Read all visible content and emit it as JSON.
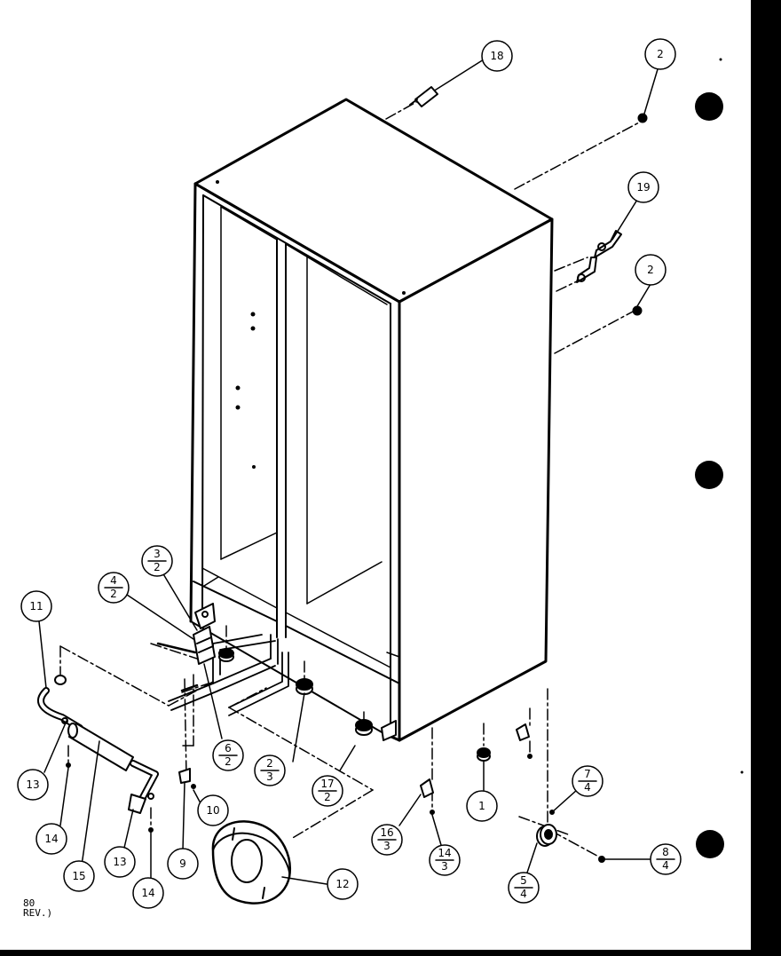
{
  "diagram": {
    "callouts": {
      "c18": "18",
      "c2a": "2",
      "c19": "19",
      "c2b": "2",
      "c3_2": {
        "top": "3",
        "bottom": "2"
      },
      "c4_2": {
        "top": "4",
        "bottom": "2"
      },
      "c11": "11",
      "c6_2": {
        "top": "6",
        "bottom": "2"
      },
      "c2_3": {
        "top": "2",
        "bottom": "3"
      },
      "c17_2": {
        "top": "17",
        "bottom": "2"
      },
      "c1": "1",
      "c7_4": {
        "top": "7",
        "bottom": "4"
      },
      "c13a": "13",
      "c14a": "14",
      "c15": "15",
      "c13b": "13",
      "c14b": "14",
      "c9": "9",
      "c10": "10",
      "c12": "12",
      "c16_3": {
        "top": "16",
        "bottom": "3"
      },
      "c14_3": {
        "top": "14",
        "bottom": "3"
      },
      "c5_4": {
        "top": "5",
        "bottom": "4"
      },
      "c8_4": {
        "top": "8",
        "bottom": "4"
      }
    },
    "stamp": {
      "line1": "80",
      "line2": "REV.)"
    }
  }
}
